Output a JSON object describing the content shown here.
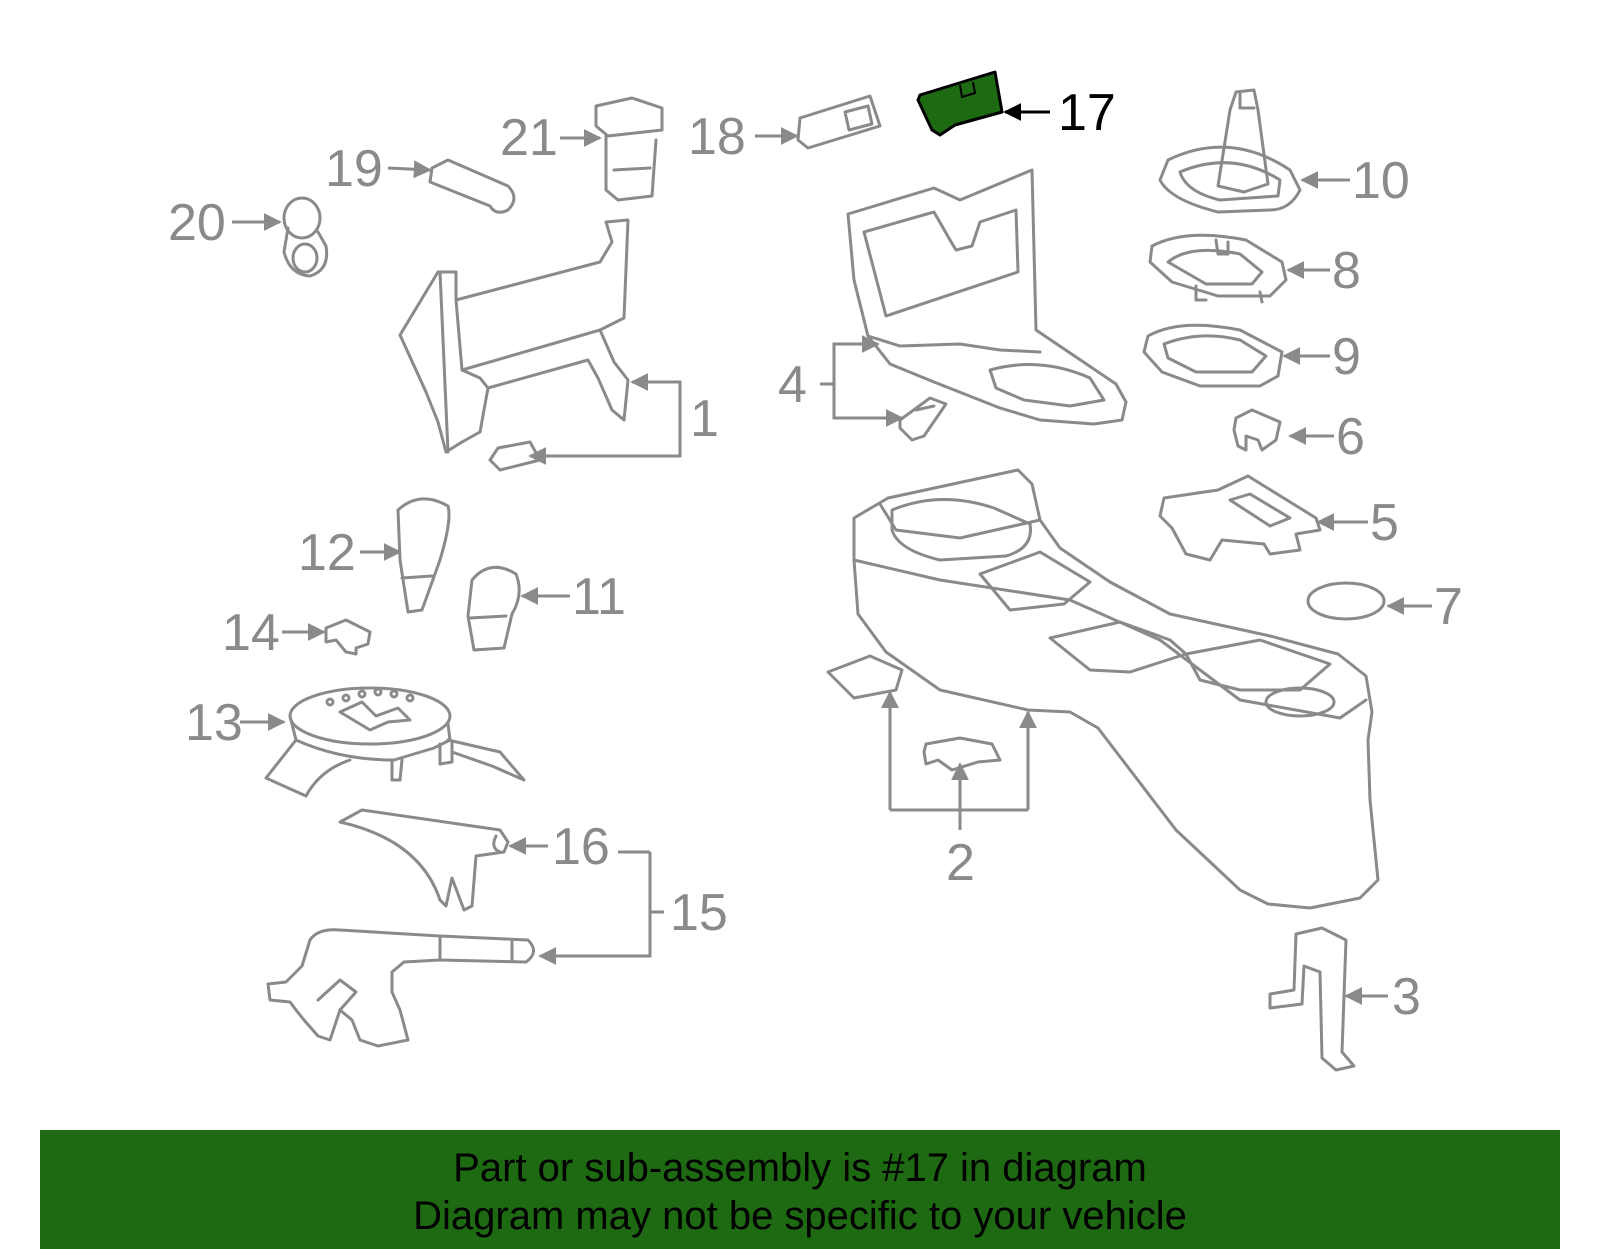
{
  "diagram": {
    "callouts": [
      "1",
      "2",
      "3",
      "4",
      "5",
      "6",
      "7",
      "8",
      "9",
      "10",
      "11",
      "12",
      "13",
      "14",
      "15",
      "16",
      "17",
      "18",
      "19",
      "20",
      "21"
    ],
    "highlighted_part": "17",
    "colors": {
      "highlight": "#1e6a12",
      "outline": "#8a8a8a",
      "highlight_label": "#000000"
    }
  },
  "banner": {
    "line1": "Part or sub-assembly is #17 in diagram",
    "line2": "Diagram may not be specific to your vehicle"
  }
}
